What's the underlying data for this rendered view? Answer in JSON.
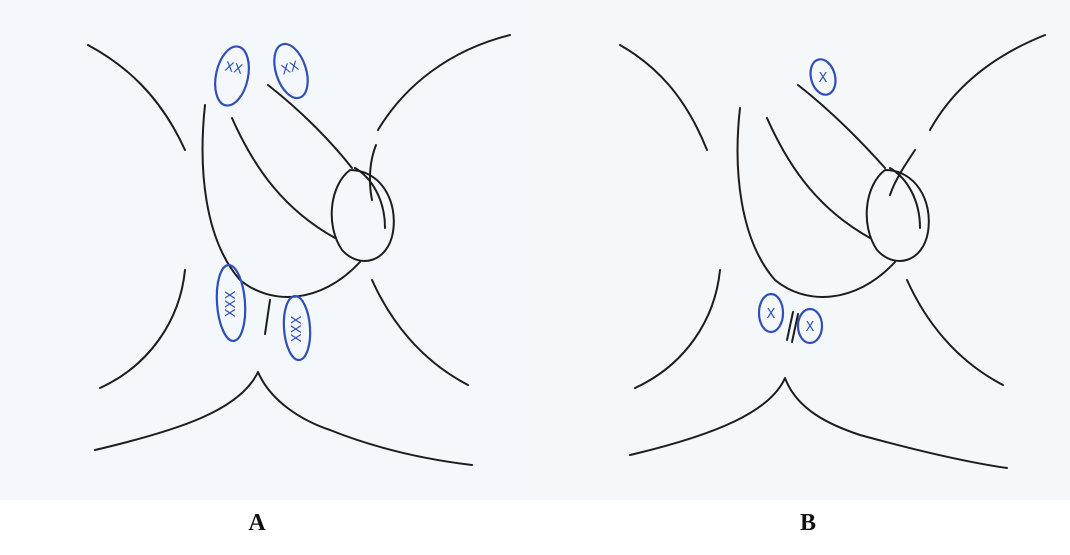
{
  "captions": {
    "left": "A",
    "right": "B"
  },
  "panel_a": {
    "markers": [
      "XX",
      "XX",
      "XXX",
      "XXX"
    ]
  },
  "panel_b": {
    "markers": [
      "X",
      "X",
      "X"
    ]
  },
  "colors": {
    "ink": "#1d1d1d",
    "marker": "#2e4fb8",
    "background": "#f4f8fc"
  }
}
